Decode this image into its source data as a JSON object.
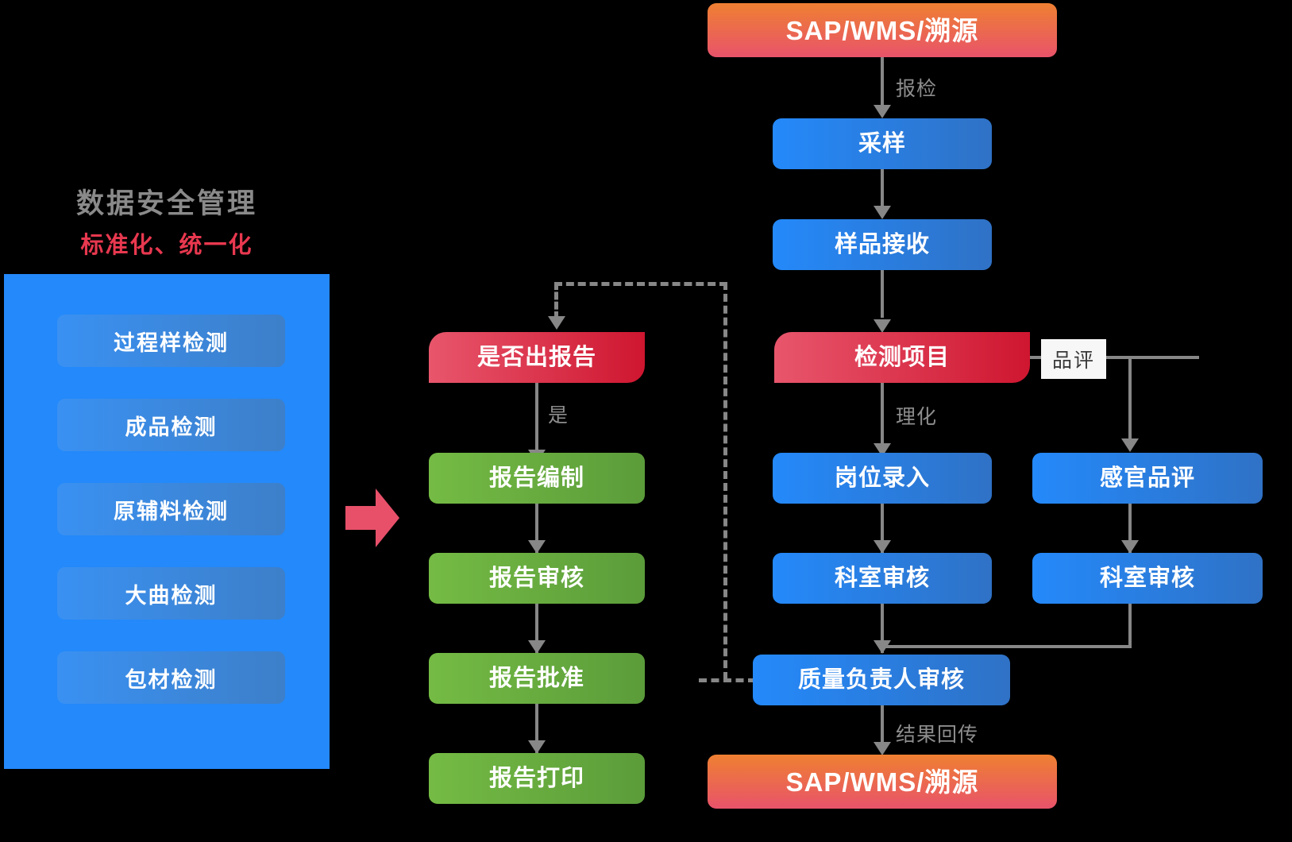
{
  "left_panel": {
    "caption_main": "数据安全管理",
    "caption_sub": "标准化、统一化",
    "items": [
      {
        "label": "过程样检测"
      },
      {
        "label": "成品检测"
      },
      {
        "label": "原辅料检测"
      },
      {
        "label": "大曲检测"
      },
      {
        "label": "包材检测"
      }
    ]
  },
  "transition_arrow": {
    "name": "red-right-arrow",
    "color": "#e8506a"
  },
  "report_column": {
    "decision": "是否出报告",
    "decision_yes_label": "是",
    "steps": [
      {
        "label": "报告编制"
      },
      {
        "label": "报告审核"
      },
      {
        "label": "报告批准"
      },
      {
        "label": "报告打印"
      }
    ]
  },
  "main_flow": {
    "source": "SAP/WMS/溯源",
    "source_edge_label": "报检",
    "sampling": "采样",
    "sample_receive": "样品接收",
    "test_items": "检测项目",
    "physico_label": "理化",
    "tasting_label": "品评",
    "station_entry": "岗位录入",
    "sensory_tasting": "感官品评",
    "dept_review_left": "科室审核",
    "dept_review_right": "科室审核",
    "quality_review": "质量负责人审核",
    "result_edge_label": "结果回传",
    "sink": "SAP/WMS/溯源"
  },
  "colors": {
    "panel_blue": "#2489fa",
    "node_blue": "#2489fa",
    "node_green": "#74bb44",
    "node_red": "#cf1630",
    "node_orange": "#ef8032",
    "accent_red": "#e8384f",
    "connector_gray": "#878787",
    "caption_gray": "#8a8a8a"
  }
}
